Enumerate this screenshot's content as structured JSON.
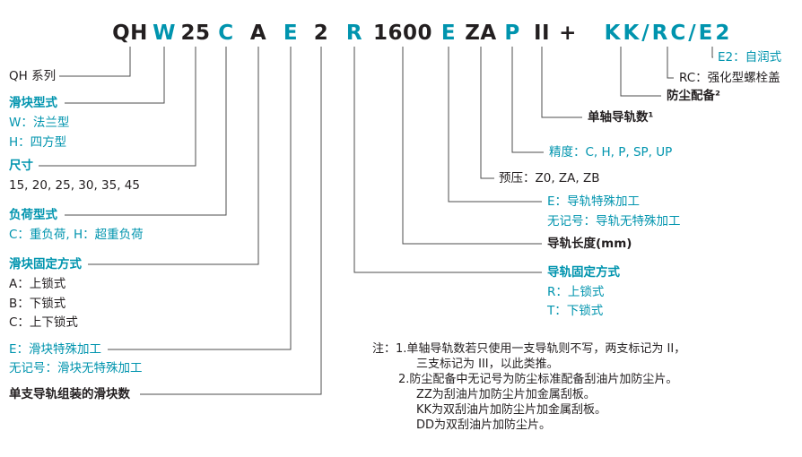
{
  "title_code": {
    "segments": [
      {
        "text": "QH",
        "meaning": "series"
      },
      {
        "text": "W",
        "meaning": "block-type"
      },
      {
        "text": "25",
        "meaning": "size"
      },
      {
        "text": "C",
        "meaning": "load-type"
      },
      {
        "text": "A",
        "meaning": "block-fixing"
      },
      {
        "text": "E",
        "meaning": "block-special"
      },
      {
        "text": "2",
        "meaning": "block-count"
      },
      {
        "text": "R",
        "meaning": "rail-fixing"
      },
      {
        "text": "1600",
        "meaning": "rail-length"
      },
      {
        "text": "E",
        "meaning": "rail-special"
      },
      {
        "text": "ZA",
        "meaning": "preload"
      },
      {
        "text": "P",
        "meaning": "accuracy"
      },
      {
        "text": "II",
        "meaning": "rail-count"
      },
      {
        "text": "+",
        "meaning": "plus"
      },
      {
        "text": "KK/RC/E2",
        "meaning": "options"
      }
    ]
  },
  "left": {
    "series": "QH 系列",
    "block_type_title": "滑块型式",
    "block_type_w": "W：法兰型",
    "block_type_h": "H：四方型",
    "size_title": "尺寸",
    "size_values": "15, 20, 25, 30, 35, 45",
    "load_type_title": "负荷型式",
    "load_type_values": "C：重负荷, H：超重负荷",
    "block_fix_title": "滑块固定方式",
    "block_fix_a": "A：上锁式",
    "block_fix_b": "B：下锁式",
    "block_fix_c": "C：上下锁式",
    "block_special": "E：滑块特殊加工",
    "block_special_none": "无记号：滑块无特殊加工",
    "blocks_per_rail": "单支导轨组装的滑块数"
  },
  "right": {
    "e2": "E2：自润式",
    "rc": "RC：强化型螺栓盖",
    "dust": "防尘配备²",
    "rails_count": "单轴导轨数¹",
    "accuracy": "精度：C, H, P, SP, UP",
    "preload": "预压：Z0, ZA, ZB",
    "rail_special": "E：导轨特殊加工",
    "rail_special_none": "无记号：导轨无特殊加工",
    "rail_length": "导轨长度(mm)",
    "rail_fix_title": "导轨固定方式",
    "rail_fix_r": "R：上锁式",
    "rail_fix_t": "T：下锁式"
  },
  "notes": {
    "line1": "注：1.单轴导轨数若只使用一支导轨则不写，两支标记为 II，",
    "line2": "三支标记为 III，以此类推。",
    "line3": "2.防尘配备中无记号为防尘标准配备刮油片加防尘片。",
    "line4": "ZZ为刮油片加防尘片加金属刮板。",
    "line5": "KK为双刮油片加防尘片加金属刮板。",
    "line6": "DD为双刮油片加防尘片。"
  },
  "colors": {
    "accent": "#0094ae",
    "dark": "#231f20"
  }
}
